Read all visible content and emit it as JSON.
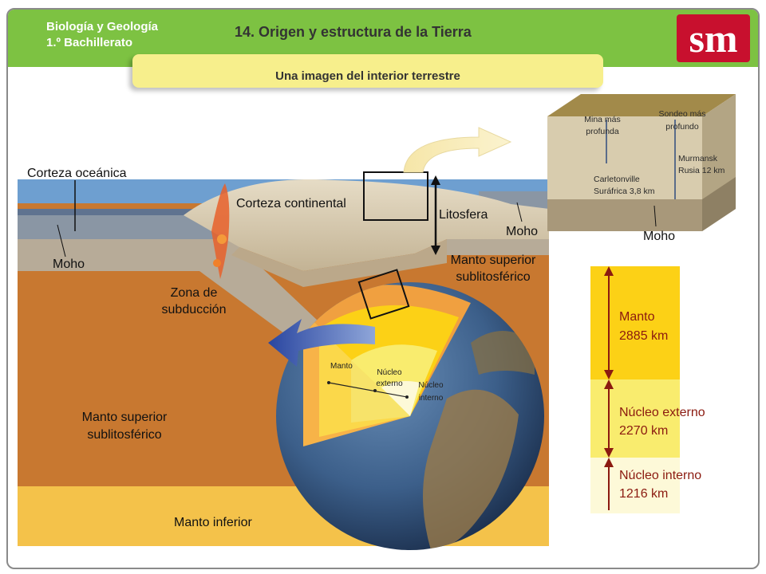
{
  "header": {
    "subject_line1": "Biología y Geología",
    "subject_line2": "1.º Bachillerato",
    "title": "14. Origen y estructura de la Tierra",
    "subtitle": "Una imagen del interior terrestre",
    "logo": "sm"
  },
  "labels": {
    "corteza_oceanica": "Corteza oceánica",
    "corteza_continental": "Corteza continental",
    "litosfera": "Litosfera",
    "moho_left": "Moho",
    "moho_center": "Moho",
    "moho_inset": "Moho",
    "zona_line1": "Zona de",
    "zona_line2": "subducción",
    "manto_sup_right_line1": "Manto superior",
    "manto_sup_right_line2": "sublitosférico",
    "manto_sup_left_line1": "Manto superior",
    "manto_sup_left_line2": "sublitosférico",
    "manto_inferior": "Manto inferior",
    "globe_manto": "Manto",
    "globe_nucleo_ext_line1": "Núcleo",
    "globe_nucleo_ext_line2": "externo",
    "globe_nucleo_int_line1": "Núcleo",
    "globe_nucleo_int_line2": "interno"
  },
  "inset": {
    "mina_line1": "Mina más",
    "mina_line2": "profunda",
    "sondeo_line1": "Sondeo más",
    "sondeo_line2": "profundo",
    "murmansk_line1": "Murmansk",
    "murmansk_line2": "Rusia  12 km",
    "carleton_line1": "Carletonville",
    "carleton_line2": "Suráfrica 3,8 km"
  },
  "scale": {
    "manto_name": "Manto",
    "manto_km": "2885 km",
    "ext_name": "Núcleo externo",
    "ext_km": "2270 km",
    "int_name": "Núcleo interno",
    "int_km": "1216 km",
    "color_manto": "#fcd116",
    "color_ext": "#f9ec6e",
    "color_int": "#fdf9d8"
  },
  "colors": {
    "header_green": "#7dc242",
    "subtitle_bg": "#f7ef8c",
    "label_red": "#8b1a10",
    "mantle_orange": "#c87830",
    "lower_mantle": "#f4c24a",
    "logo_red": "#c8102e"
  }
}
